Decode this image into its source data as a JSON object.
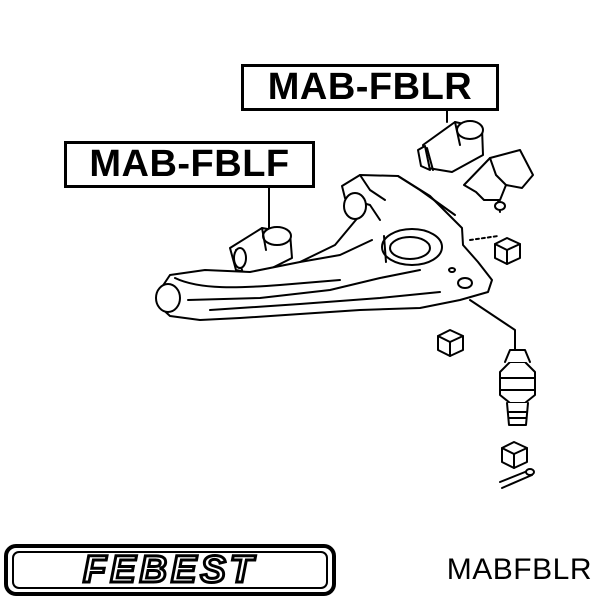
{
  "labels": {
    "rear_bushing": "MAB-FBLR",
    "front_bushing": "MAB-FBLF"
  },
  "brand": {
    "name": "FEBEST"
  },
  "part_code": "MABFBLR"
}
